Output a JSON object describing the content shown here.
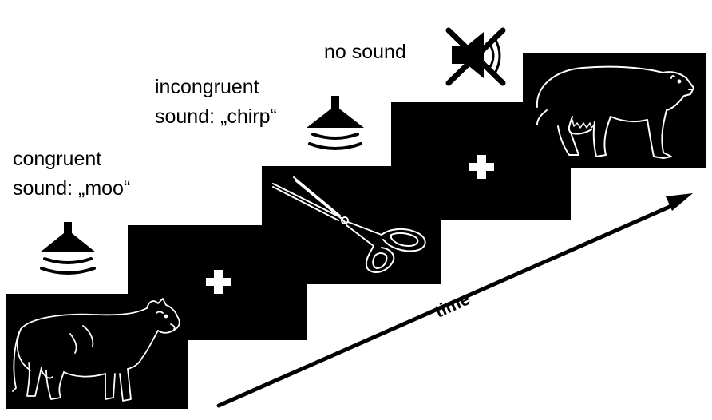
{
  "labels": {
    "congruent_1": "congruent",
    "congruent_2": "sound: „moo“",
    "incongruent_1": "incongruent",
    "incongruent_2": "sound: „chirp“",
    "no_sound": "no sound",
    "time": "time"
  },
  "frames": [
    {
      "name": "cow-frame",
      "content": "cow-drawing"
    },
    {
      "name": "fixation-frame-1",
      "content": "fixation-cross"
    },
    {
      "name": "scissors-frame",
      "content": "scissors-drawing"
    },
    {
      "name": "fixation-frame-2",
      "content": "fixation-cross"
    },
    {
      "name": "bear-frame",
      "content": "bear-drawing"
    }
  ],
  "icons": [
    "speaker-icon",
    "speaker-icon",
    "muted-speaker-icon",
    "time-arrow-icon"
  ],
  "colors": {
    "frame": "#000000",
    "line_art": "#ffffff",
    "background": "#ffffff"
  }
}
